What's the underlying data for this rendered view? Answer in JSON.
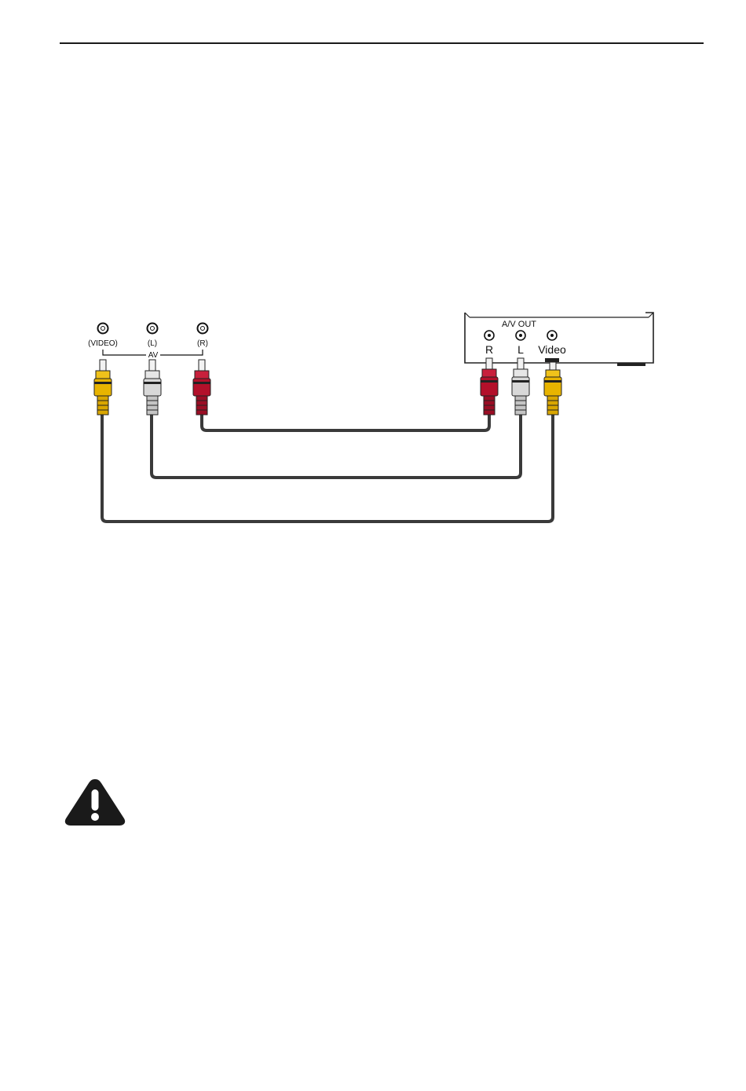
{
  "panel": {
    "jacks": [
      {
        "key": "video",
        "label": "(VIDEO)",
        "color": "#e8b400"
      },
      {
        "key": "left",
        "label": "(L)",
        "color": "#d8d8d8"
      },
      {
        "key": "right",
        "label": "(R)",
        "color": "#b3102a"
      }
    ],
    "group_label": "AV"
  },
  "device": {
    "group_label": "A/V OUT",
    "jacks": [
      {
        "key": "right",
        "label": "R"
      },
      {
        "key": "left",
        "label": "L"
      },
      {
        "key": "video",
        "label": "Video"
      }
    ]
  },
  "colors": {
    "video": "#e8b400",
    "left": "#d8d8d8",
    "right": "#b3102a",
    "cable": "#3a3a3a",
    "outline": "#222222"
  },
  "icons": {
    "warning": "warning-triangle-icon"
  }
}
